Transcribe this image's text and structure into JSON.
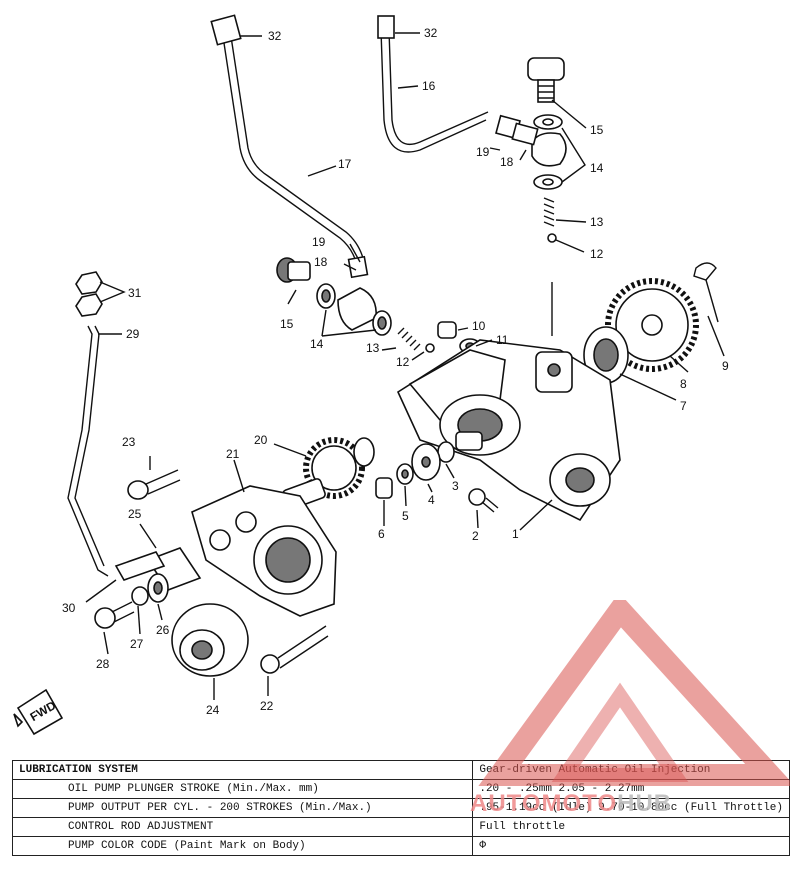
{
  "diagram": {
    "callouts": [
      "32",
      "32",
      "16",
      "15",
      "19",
      "18",
      "14",
      "17",
      "13",
      "12",
      "19",
      "18",
      "15",
      "14",
      "31",
      "29",
      "10",
      "11",
      "13",
      "12",
      "9",
      "8",
      "7",
      "20",
      "23",
      "21",
      "3",
      "4",
      "5",
      "6",
      "2",
      "1",
      "25",
      "30",
      "27",
      "26",
      "28",
      "24",
      "22"
    ],
    "fwd_label": "FWD"
  },
  "table": {
    "title": "LUBRICATION SYSTEM",
    "title_value": "Gear-driven Automatic Oil Injection",
    "rows": [
      {
        "label": "OIL PUMP PLUNGER STROKE (Min./Max. mm)",
        "value": ".20 - .25mm            2.05 - 2.27mm"
      },
      {
        "label": "PUMP OUTPUT PER CYL. - 200 STROKES (Min./Max.)",
        "value": ".95-1.19cc (Idle) 9.70-10.80cc (Full Throttle)"
      },
      {
        "label": "CONTROL ROD ADJUSTMENT",
        "value": "Full throttle"
      },
      {
        "label": "PUMP COLOR CODE (Paint Mark on Body)",
        "value": "Φ"
      }
    ]
  },
  "watermark": {
    "text_a": "AUTOMOTO",
    "text_b": "HUB",
    "color": "#d9534f"
  }
}
